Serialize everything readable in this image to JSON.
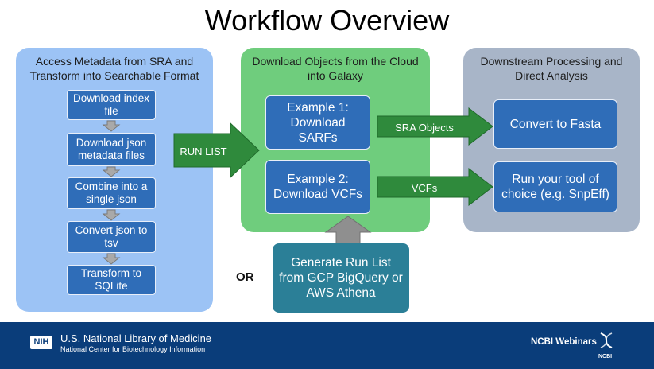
{
  "title": "Workflow Overview",
  "panels": {
    "left": {
      "header": "Access Metadata from SRA and Transform into Searchable Format",
      "steps": [
        "Download index file",
        "Download json metadata files",
        "Combine into a single json",
        "Convert json to tsv",
        "Transform to SQLite"
      ]
    },
    "middle": {
      "header": "Download Objects from the Cloud into Galaxy",
      "example1": "Example 1: Download SARFs",
      "example2": "Example 2: Download VCFs"
    },
    "right": {
      "header": "Downstream Processing and Direct Analysis",
      "box1": "Convert to Fasta",
      "box2": "Run your tool of choice (e.g. SnpEff)"
    }
  },
  "arrows": {
    "run_list": "RUN LIST",
    "sra_objects": "SRA Objects",
    "vcfs": "VCFs"
  },
  "or_label": "OR",
  "generate_box": "Generate Run List from GCP BigQuery or AWS Athena",
  "footer": {
    "nih_badge": "NIH",
    "nlm": "U.S. National Library of Medicine",
    "ncbi_full": "National Center for Biotechnology Information",
    "webinars": "NCBI Webinars",
    "ncbi_logo": "NCBI"
  },
  "colors": {
    "left_panel": "#9cc3f5",
    "middle_panel": "#6fcd7d",
    "right_panel": "#a8b5c8",
    "box": "#2f6db8",
    "arrow_green": "#2f8a3c",
    "teal_box": "#2b7f97",
    "footer": "#0a3d7a"
  }
}
